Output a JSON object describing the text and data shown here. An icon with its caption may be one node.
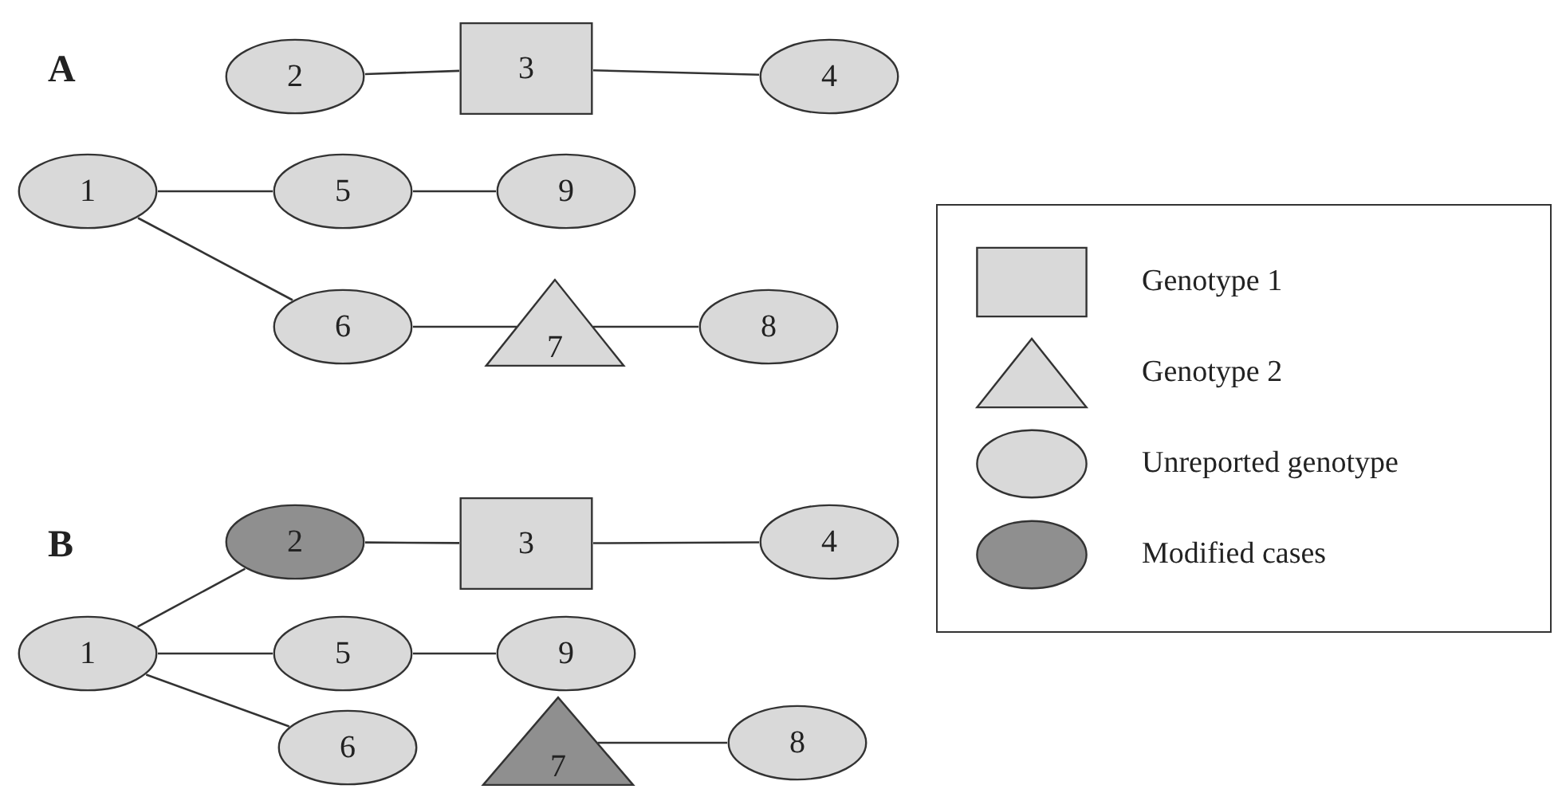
{
  "diagram": {
    "nodes": [
      {
        "text": [
          "2"
        ]
      },
      {
        "text": [
          "3"
        ]
      },
      {
        "text": [
          "4"
        ]
      },
      {
        "text": [
          "1"
        ]
      },
      {
        "text": [
          "5"
        ]
      },
      {
        "text": [
          "9"
        ]
      },
      {
        "text": [
          "6"
        ]
      },
      {
        "text": [
          "7"
        ]
      },
      {
        "text": [
          "8"
        ]
      },
      {
        "text": [
          "2"
        ]
      },
      {
        "text": [
          "3"
        ]
      },
      {
        "text": [
          "4"
        ]
      },
      {
        "text": [
          "1"
        ]
      },
      {
        "text": [
          "5"
        ]
      },
      {
        "text": [
          "9"
        ]
      },
      {
        "text": [
          "6"
        ]
      },
      {
        "text": [
          "7"
        ]
      },
      {
        "text": [
          "8"
        ]
      }
    ],
    "edges": [
      {
        "from": 0,
        "to": 1,
        "arrow": "none"
      },
      {
        "from": 1,
        "to": 2,
        "arrow": "none"
      },
      {
        "from": 3,
        "to": 4,
        "arrow": "none"
      },
      {
        "from": 4,
        "to": 5,
        "arrow": "none"
      },
      {
        "from": 3,
        "to": 6,
        "arrow": "none"
      },
      {
        "from": 6,
        "to": 7,
        "arrow": "none"
      },
      {
        "from": 7,
        "to": 8,
        "arrow": "none"
      },
      {
        "from": 12,
        "to": 9,
        "arrow": "none"
      },
      {
        "from": 9,
        "to": 10,
        "arrow": "none"
      },
      {
        "from": 10,
        "to": 11,
        "arrow": "none"
      },
      {
        "from": 12,
        "to": 13,
        "arrow": "none"
      },
      {
        "from": 13,
        "to": 14,
        "arrow": "none"
      },
      {
        "from": 12,
        "to": 15,
        "arrow": "none"
      },
      {
        "from": 16,
        "to": 17,
        "arrow": "none"
      }
    ],
    "labels": [
      "A",
      "B"
    ],
    "legend": [
      {
        "text": "Genotype 1"
      },
      {
        "text": "Genotype 2"
      },
      {
        "text": "Unreported genotype"
      },
      {
        "text": "Modified cases"
      }
    ]
  }
}
